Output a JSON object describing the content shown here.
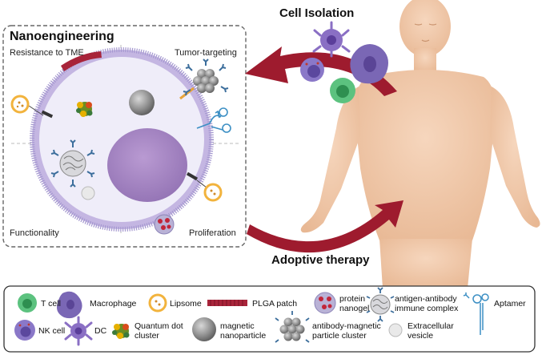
{
  "panel": {
    "title": "Nanoengineering",
    "quadrants": {
      "top_left": "Resistance to TME",
      "top_right": "Tumor-targeting",
      "bottom_left": "Functionality",
      "bottom_right": "Proliferation"
    }
  },
  "arrows": {
    "top": "Cell Isolation",
    "bottom": "Adoptive therapy"
  },
  "legend": {
    "items": [
      {
        "icon": "t-cell-icon",
        "label": "T cell"
      },
      {
        "icon": "macrophage-icon",
        "label": "Macrophage"
      },
      {
        "icon": "liposome-icon",
        "label": "Lipsome"
      },
      {
        "icon": "plga-patch-icon",
        "label": "PLGA patch"
      },
      {
        "icon": "protein-nanogel-icon",
        "label": "protein nanogel"
      },
      {
        "icon": "immune-complex-icon",
        "label": "antigen-antibody immune complex"
      },
      {
        "icon": "aptamer-icon",
        "label": "Aptamer"
      },
      {
        "icon": "nk-cell-icon",
        "label": "NK cell"
      },
      {
        "icon": "dc-icon",
        "label": "DC"
      },
      {
        "icon": "quantum-dot-icon",
        "label": "Quantum dot cluster"
      },
      {
        "icon": "magnetic-nanoparticle-icon",
        "label": "magnetic nanoparticle"
      },
      {
        "icon": "magnetic-cluster-icon",
        "label": "antibody-magnetic particle cluster"
      },
      {
        "icon": "vesicle-icon",
        "label": "Extracellular vesicle"
      }
    ]
  },
  "colors": {
    "cell_membrane": "#b6a9d8",
    "cell_fill": "#ecebf8",
    "nucleus": "#a98cc4",
    "arrow": "#9e1b2e",
    "t_cell": "#49b86e",
    "macrophage": "#7a67b5",
    "skin": "#f0cbb0",
    "liposome": "#f2b33d"
  }
}
